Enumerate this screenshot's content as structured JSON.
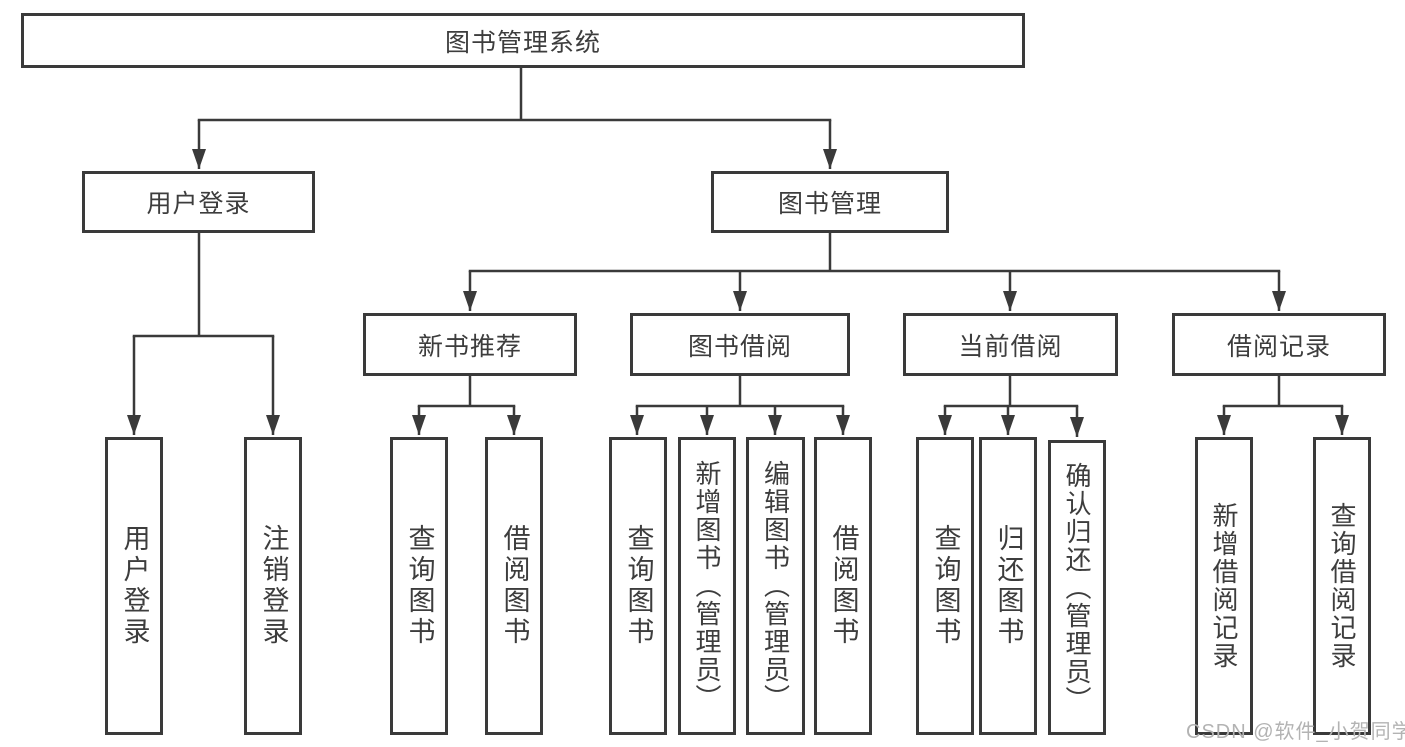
{
  "diagram": {
    "type": "hierarchy-tree",
    "ink_color": "#3a3a3a",
    "text_color": "#3d3d3d",
    "background_color": "#ffffff",
    "root": {
      "label": "图书管理系统"
    },
    "branches": [
      {
        "label": "用户登录",
        "children": [
          "用户登录",
          "注销登录"
        ]
      },
      {
        "label": "图书管理",
        "children": [
          {
            "label": "新书推荐",
            "children": [
              "查询图书",
              "借阅图书"
            ]
          },
          {
            "label": "图书借阅",
            "children": [
              "查询图书",
              "新增图书（管理员）",
              "编辑图书（管理员）",
              "借阅图书"
            ]
          },
          {
            "label": "当前借阅",
            "children": [
              "查询图书",
              "归还图书",
              "确认归还（管理员）"
            ]
          },
          {
            "label": "借阅记录",
            "children": [
              "新增借阅记录",
              "查询借阅记录"
            ]
          }
        ]
      }
    ]
  },
  "watermark": {
    "text": "CSDN @软件_小贺同学"
  }
}
